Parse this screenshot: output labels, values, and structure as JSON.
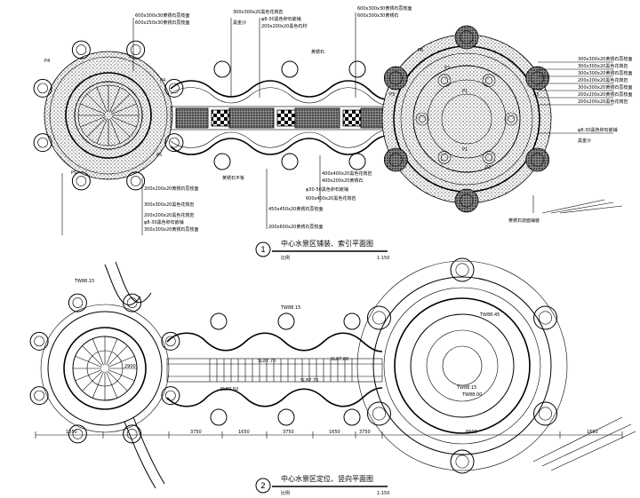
{
  "plans": [
    {
      "number": "1",
      "title": "中心水景区铺装、索引平面图",
      "scale_prefix": "比例",
      "scale": "1:150"
    },
    {
      "number": "2",
      "title": "中心水景区定位、竖向平面图",
      "scale_prefix": "比例",
      "scale": "1:150"
    }
  ],
  "callouts_top": [
    "600x300x30黄锈石荔枝面",
    "600x250x30黄锈石荔枝面",
    "300x300x20黑色花岗岩",
    "φ8-30黑色卵石嵌铺",
    "200x200x20黑色石材",
    "黑金沙",
    "黄锈石",
    "600x300x30黄锈石荔枝面",
    "600x300x30黄锈石"
  ],
  "callouts_right": [
    "300x300x20黄锈石荔枝面",
    "300x300x20黑色花岗岩",
    "300x300x20黄锈石荔枝面",
    "200x200x20黑色花岗岩",
    "300x300x20黄锈石荔枝面",
    "200x200x20黄锈石荔枝面",
    "200x200x20黑色花岗岩",
    "φ8-30黑色卵石嵌铺",
    "黑金沙",
    "黄锈石烧面铺装"
  ],
  "callouts_left": [
    "300x300x20黑色花岗岩",
    "200x200x20黄锈石荔枝面",
    "200x200x20黑色花岗岩",
    "φ8-30黑色卵石嵌铺",
    "300x300x20黄锈石荔枝面"
  ],
  "callouts_bottom": [
    "黄锈石平板",
    "400x400x20黑色花岗岩",
    "400x200x20黄锈石",
    "φ30-50黑色卵石嵌铺",
    "600x400x20黑色花岗岩",
    "450x450x20黄锈石荔枝面",
    "200x600x20黄锈石荔枝面"
  ],
  "elevations": [
    "SL87.70",
    "SL87.70",
    "SL87.50",
    "SL87.80",
    "TW88.15",
    "TW88.15",
    "TW88.15",
    "TW88.00",
    "TW88.45"
  ],
  "dimensions": [
    "2900",
    "1050",
    "3750",
    "1650",
    "3750",
    "1650",
    "3750",
    "6600",
    "1650"
  ],
  "marks": [
    "P4",
    "P4",
    "P5",
    "P5",
    "P6",
    "P3",
    "P3",
    "P2",
    "P2",
    "P1",
    "P1"
  ]
}
